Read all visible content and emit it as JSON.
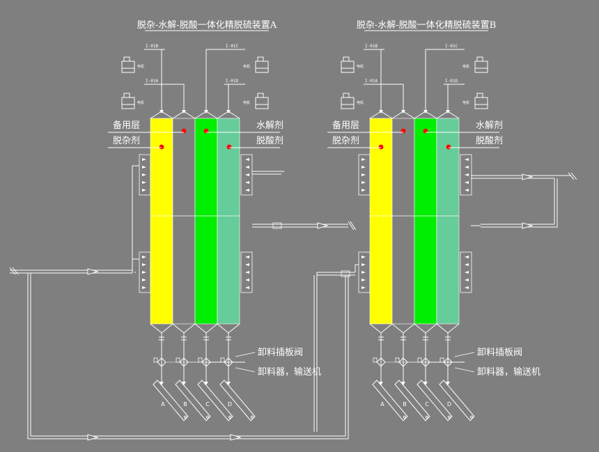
{
  "units": [
    {
      "id": "A",
      "title": "脱杂-水解-脱酸一体化精脱硫装置A",
      "labels": {
        "reserve": "备用层",
        "impurity": "脱杂剂",
        "hydrolysis": "水解剂",
        "deacid": "脱酸剂"
      },
      "valve_tags": [
        "I-01B",
        "I-01C",
        "I-01A",
        "I-01D"
      ],
      "motor_tag": "电机",
      "discharge_valve": "卸料插板阀",
      "discharge_conveyor": "卸料器，输送机",
      "outlets": [
        "A",
        "B",
        "C",
        "D"
      ]
    },
    {
      "id": "B",
      "title": "脱杂-水解-脱酸一体化精脱硫装置B",
      "labels": {
        "reserve": "备用层",
        "impurity": "脱杂剂",
        "hydrolysis": "水解剂",
        "deacid": "脱酸剂"
      },
      "valve_tags": [
        "I-01B",
        "I-01C",
        "I-01A",
        "I-01D"
      ],
      "motor_tag": "电机",
      "discharge_valve": "卸料插板阀",
      "discharge_conveyor": "卸料器，输送机",
      "outlets": [
        "A",
        "B",
        "C",
        "D"
      ]
    }
  ],
  "colors": {
    "background": "#7f7f7f",
    "impurity_layer": "#ffff00",
    "reserve_layer": "#7f7f7f",
    "hydrolysis_layer": "#00ee00",
    "deacid_layer": "#66cc99",
    "sensor": "#ff0000",
    "line": "#ffffff"
  }
}
